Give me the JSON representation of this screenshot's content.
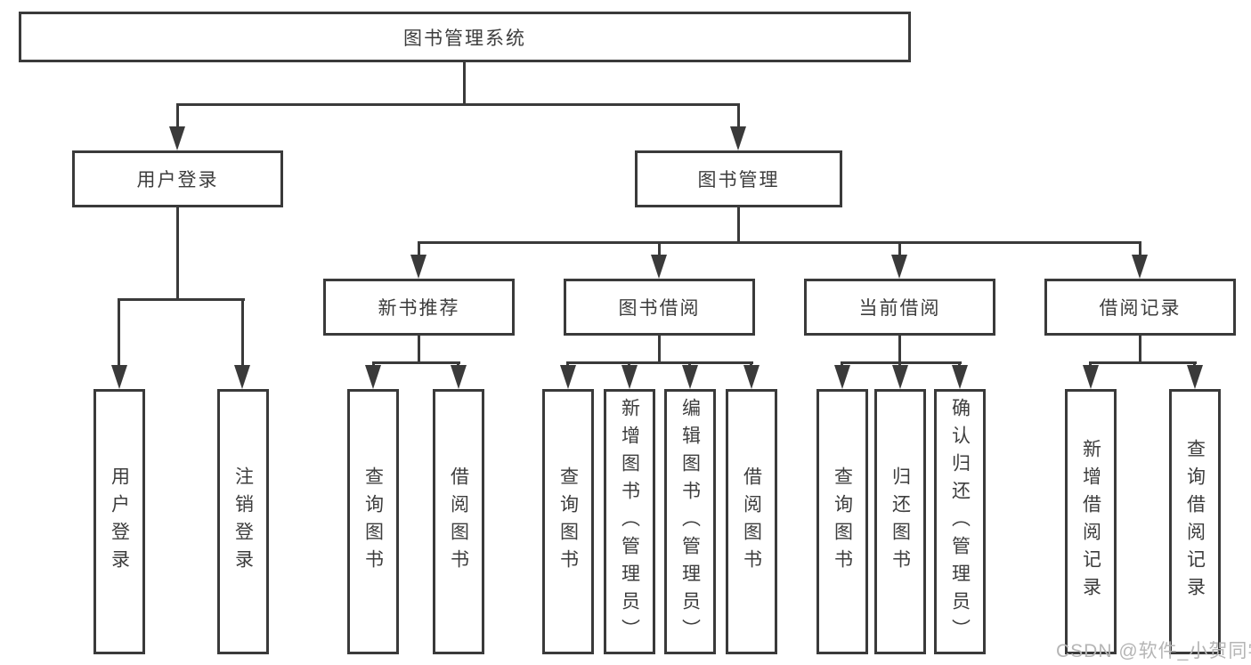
{
  "tree": {
    "label": "图书管理系统",
    "children": [
      {
        "label": "用户登录",
        "children": [
          {
            "label": "用户登录"
          },
          {
            "label": "注销登录"
          }
        ]
      },
      {
        "label": "图书管理",
        "children": [
          {
            "label": "新书推荐",
            "children": [
              {
                "label": "查询图书"
              },
              {
                "label": "借阅图书"
              }
            ]
          },
          {
            "label": "图书借阅",
            "children": [
              {
                "label": "查询图书"
              },
              {
                "label": "新增图书（管理员）"
              },
              {
                "label": "编辑图书（管理员）"
              },
              {
                "label": "借阅图书"
              }
            ]
          },
          {
            "label": "当前借阅",
            "children": [
              {
                "label": "查询图书"
              },
              {
                "label": "归还图书"
              },
              {
                "label": "确认归还（管理员）"
              }
            ]
          },
          {
            "label": "借阅记录",
            "children": [
              {
                "label": "新增借阅记录"
              },
              {
                "label": "查询借阅记录"
              }
            ]
          }
        ]
      }
    ]
  },
  "watermark": {
    "text": "CSDN @软件_小贺同学"
  },
  "colors": {
    "line": "#3a3a3a",
    "text": "#3d3d3d",
    "watermark": "#b5b5b5",
    "background": "#ffffff"
  }
}
